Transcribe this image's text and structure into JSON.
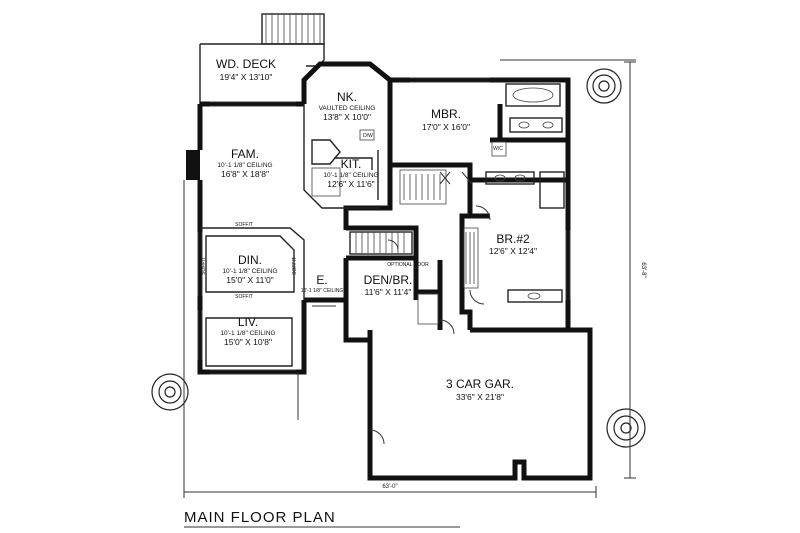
{
  "title": "MAIN FLOOR PLAN",
  "overall_width": "63'-0\"",
  "overall_depth": "63'-8\"",
  "rooms": {
    "deck": {
      "name": "WD. DECK",
      "dim": "19'4\" X 13'10\""
    },
    "nook": {
      "name": "NK.",
      "ceiling": "VAULTED CEILING",
      "dim": "13'8\" X 10'0\""
    },
    "mbr": {
      "name": "MBR.",
      "dim": "17'0\" X 16'0\""
    },
    "fam": {
      "name": "FAM.",
      "ceiling": "10'-1 1/8\" CEILING",
      "dim": "16'8\" X 18'8\""
    },
    "kit": {
      "name": "KIT.",
      "ceiling": "10'-1 1/8\" CEILING",
      "dim": "12'6\" X 11'6\""
    },
    "din": {
      "name": "DIN.",
      "ceiling": "10'-1 1/8\" CEILING",
      "dim": "15'0\" X 11'0\""
    },
    "br2": {
      "name": "BR.#2",
      "dim": "12'6\" X 12'4\""
    },
    "entry": {
      "name": "E.",
      "ceiling": "10'-1 1/8\" CEILING"
    },
    "den": {
      "name": "DEN/BR.",
      "dim": "11'6\" X 11'4\""
    },
    "liv": {
      "name": "LIV.",
      "ceiling": "10'-1 1/8\" CEILING",
      "dim": "15'0\" X 10'8\""
    },
    "garage": {
      "name": "3 CAR GAR.",
      "dim": "33'6\" X 21'8\""
    }
  },
  "notes": {
    "soffit": "SOFFIT",
    "optional_door": "OPTIONAL DOOR",
    "wic": "W/C",
    "dw": "D/W"
  }
}
